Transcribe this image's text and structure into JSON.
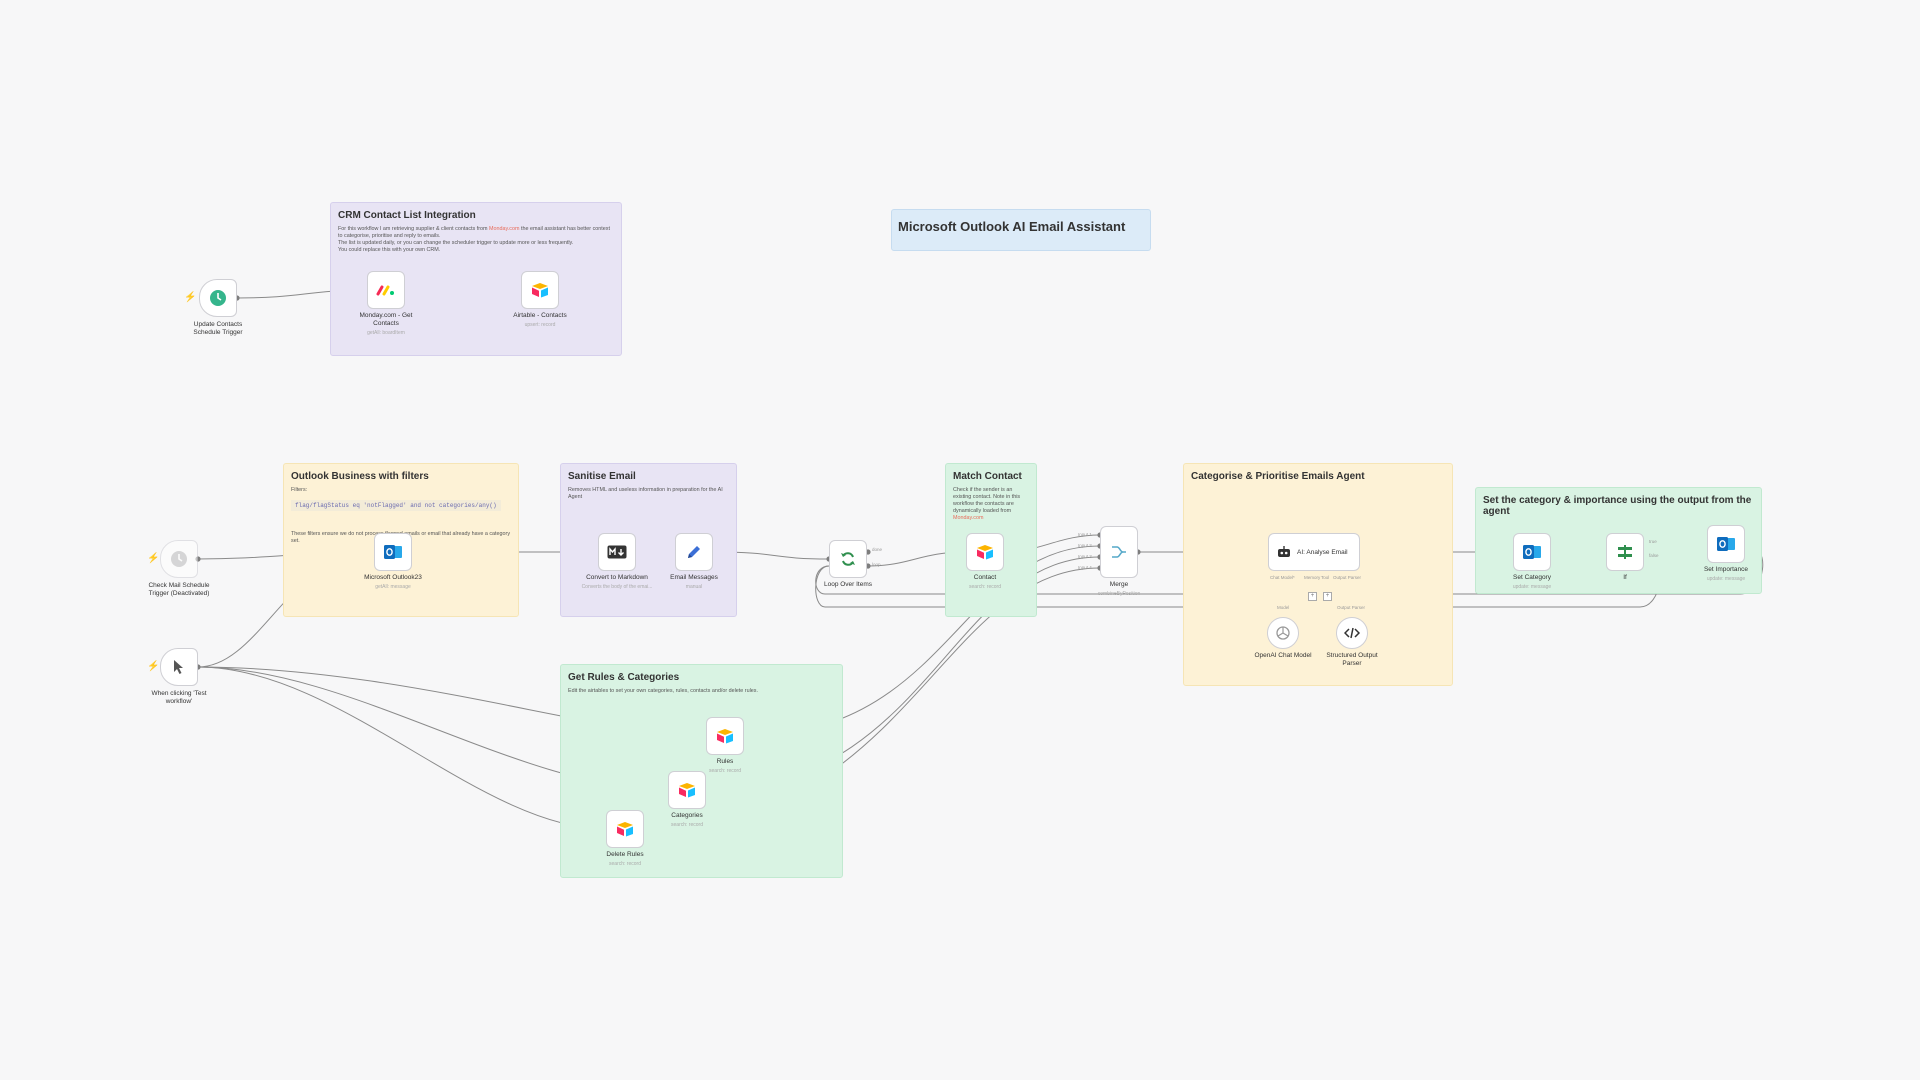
{
  "sticky_notes": {
    "crm": {
      "title": "CRM Contact List Integration",
      "line1_a": "For this workflow I am retrieving supplier & client contacts from ",
      "line1_link": "Monday.com",
      "line1_b": " the email assistant has better context to categorise, prioritise and reply to emails.",
      "line2": "The list is updated daily, or you can change the scheduler trigger to update more or less frequently.",
      "line3": "You could replace this with your own CRM."
    },
    "title": {
      "title": "Microsoft Outlook AI Email Assistant"
    },
    "outlook": {
      "title": "Outlook Business with filters",
      "filters_label": "Filters:",
      "filter_code": "flag/flagStatus eq 'notFlagged' and not categories/any()",
      "body": "These filters ensure we do not process flagged emails or email that already have a category set."
    },
    "sanitise": {
      "title": "Sanitise Email",
      "body": "Removes HTML and useless information in preparation for the AI Agent"
    },
    "match": {
      "title": "Match Contact",
      "body": "Check if the sender is an existing contact. Note in this workflow the contacts are dynamically loaded from",
      "link": "Monday.com"
    },
    "categorise": {
      "title": "Categorise & Prioritise Emails Agent"
    },
    "set_category": {
      "title": "Set the category & importance using the output from the agent"
    },
    "rules": {
      "title": "Get Rules & Categories",
      "body": "Edit the airtables to set your own categories, rules, contacts and/or delete rules."
    }
  },
  "nodes": {
    "update_contacts_trigger": {
      "label": "Update Contacts Schedule Trigger",
      "icon": "clock-icon"
    },
    "monday_get_contacts": {
      "label": "Monday.com - Get Contacts",
      "sub": "getAll: boardItem",
      "icon": "monday-icon"
    },
    "airtable_contacts": {
      "label": "Airtable - Contacts",
      "sub": "upsert: record",
      "icon": "airtable-icon"
    },
    "check_mail_trigger": {
      "label": "Check Mail Schedule Trigger (Deactivated)",
      "icon": "clock-icon"
    },
    "manual_trigger": {
      "label": "When clicking 'Test workflow'",
      "icon": "cursor-icon"
    },
    "outlook23": {
      "label": "Microsoft Outlook23",
      "sub": "getAll: message",
      "icon": "outlook-icon"
    },
    "convert_markdown": {
      "label": "Convert to Markdown",
      "sub": "Converts the body of the emai...",
      "icon": "markdown-icon"
    },
    "email_messages": {
      "label": "Email Messages",
      "sub": "manual",
      "icon": "pen-icon"
    },
    "loop_over_items": {
      "label": "Loop Over Items",
      "port_done": "done",
      "port_loop": "loop",
      "icon": "loop-icon"
    },
    "contact": {
      "label": "Contact",
      "sub": "search: record",
      "icon": "airtable-icon"
    },
    "merge": {
      "label": "Merge",
      "sub": "combineByPosition",
      "inputs": [
        "Input 1",
        "Input 2",
        "Input 3",
        "Input 4"
      ],
      "icon": "merge-icon"
    },
    "ai_analyse_email": {
      "label": "AI: Analyse Email",
      "icon": "robot-icon",
      "ports": [
        "Chat Model*",
        "Memory",
        "Tool",
        "Output Parser"
      ]
    },
    "openai_chat_model": {
      "label": "OpenAI Chat Model",
      "icon": "openai-icon",
      "port": "Model"
    },
    "structured_output_parser": {
      "label": "Structured Output Parser",
      "icon": "code-icon",
      "port": "Output Parser"
    },
    "set_category": {
      "label": "Set Category",
      "sub": "update: message",
      "icon": "outlook-icon"
    },
    "if_node": {
      "label": "If",
      "port_true": "true",
      "port_false": "false",
      "icon": "if-icon"
    },
    "set_importance": {
      "label": "Set Importance",
      "sub": "update: message",
      "icon": "outlook-icon"
    },
    "rules": {
      "label": "Rules",
      "sub": "search: record",
      "icon": "airtable-icon"
    },
    "categories": {
      "label": "Categories",
      "sub": "search: record",
      "icon": "airtable-icon"
    },
    "delete_rules": {
      "label": "Delete Rules",
      "sub": "search: record",
      "icon": "airtable-icon"
    }
  },
  "colors": {
    "canvas_bg": "#f7f7f8",
    "trigger_bolt": "#ff6d5a",
    "connection": "#8a8a8a",
    "note_purple": "#e8e4f4",
    "note_yellow": "#fdf2d6",
    "note_green": "#d9f3e3",
    "note_blue": "#dcebf8",
    "schedule_green": "#35b58c",
    "outlook_blue": "#0f6cbd",
    "if_green": "#2f8f4e"
  }
}
